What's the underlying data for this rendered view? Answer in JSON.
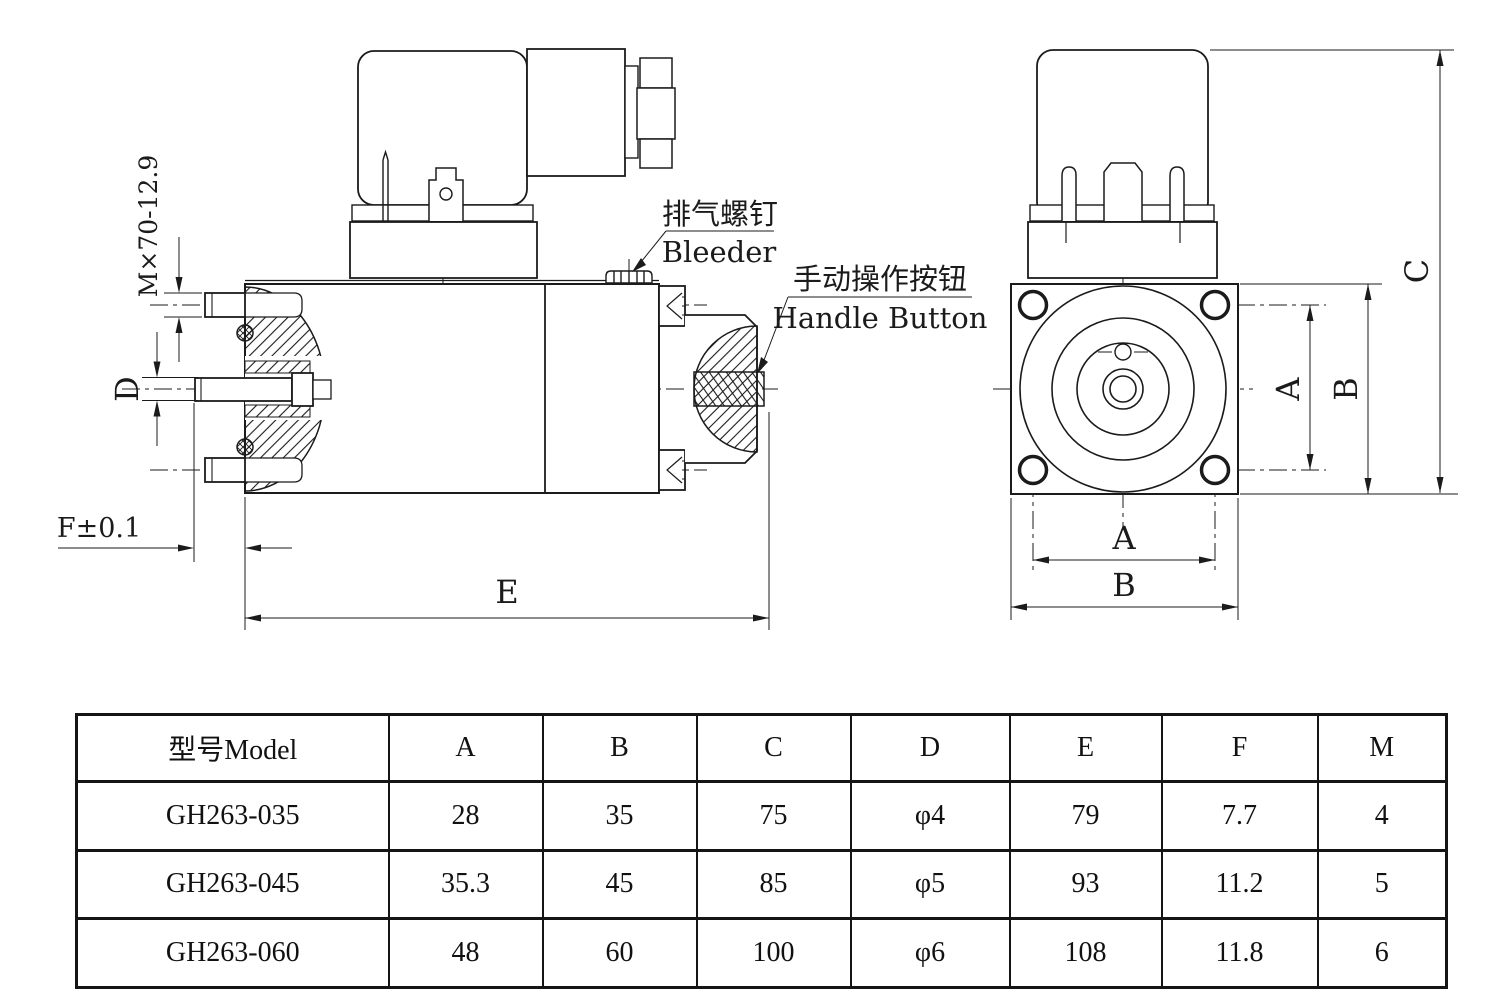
{
  "drawing": {
    "line_color": "#1b1b1b",
    "side_view": {
      "thread_label": "M×70-12.9",
      "dim_d": "D",
      "dim_f": "F±0.1",
      "dim_e": "E",
      "bleeder": {
        "cn": "排气螺钉",
        "en": "Bleeder"
      },
      "handle": {
        "cn": "手动操作按钮",
        "en": "Handle Button"
      }
    },
    "front_view": {
      "dim_a_right": "A",
      "dim_b_right": "B",
      "dim_c": "C",
      "dim_a_bottom": "A",
      "dim_b_bottom": "B"
    }
  },
  "table": {
    "headers": [
      "型号Model",
      "A",
      "B",
      "C",
      "D",
      "E",
      "F",
      "M"
    ],
    "rows": [
      [
        "GH263-035",
        "28",
        "35",
        "75",
        "φ4",
        "79",
        "7.7",
        "4"
      ],
      [
        "GH263-045",
        "35.3",
        "45",
        "85",
        "φ5",
        "93",
        "11.2",
        "5"
      ],
      [
        "GH263-060",
        "48",
        "60",
        "100",
        "φ6",
        "108",
        "11.8",
        "6"
      ]
    ]
  }
}
